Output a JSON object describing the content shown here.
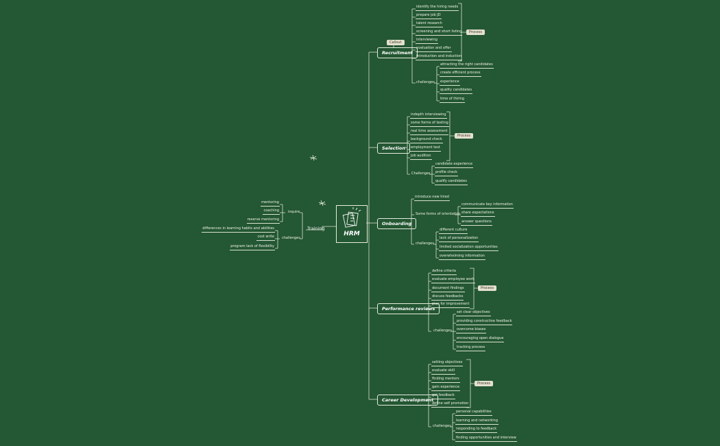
{
  "center": "HRM",
  "callout": "Callout",
  "process_tag": "Process",
  "recruitment": {
    "title": "Recruitment",
    "steps": [
      "identify the hiring needs",
      "prepare job JD",
      "talent research",
      "screening and short listing",
      "interviewing",
      "evaluation and offer",
      "introduction and induction"
    ],
    "challenges_label": "challenges",
    "challenges": [
      "attracting the right candidates",
      "create efficient process",
      "experience",
      "quality candidates",
      "time of ihiring"
    ]
  },
  "selection": {
    "title": "Selection",
    "steps": [
      "indepth interviewing",
      "some forms of testing",
      "real time assessment",
      "background check",
      "employment test",
      "job audition"
    ],
    "challenges_label": "Challenges",
    "challenges": [
      "candidate experience",
      "profile check",
      "qualify candidates"
    ]
  },
  "onboarding": {
    "title": "Onboarding",
    "intro": "introduce new hired",
    "orientation_label": "Some forms of orientation",
    "orientation": [
      "communicate key information",
      "share expectations",
      "answer questions"
    ],
    "challenges_label": "challenges",
    "challenges": [
      "different culture",
      "lack of personalization",
      "limited socialization opportunities",
      "overwhelming information"
    ]
  },
  "performance": {
    "title": "Performance reviews",
    "steps": [
      "define criteria",
      "evaluate employee work",
      "document findings",
      "discuss feedbacks",
      "plan for improvement"
    ],
    "challenges_label": "challenges",
    "challenges": [
      "set clear objectives",
      "providing constructive feedback",
      "overcome biases",
      "encouraging open dialogue",
      "tracking process"
    ]
  },
  "career": {
    "title": "Career Development",
    "steps": [
      "setting objectives",
      "evaluate skill",
      "finding mentors",
      "gain experience",
      "get feedback",
      "define self promotion"
    ],
    "challenges_label": "challenges",
    "challenges": [
      "personal capabilities",
      "learning and networking",
      "responding to feedback",
      "finding opportunities and interview"
    ]
  },
  "training": {
    "title": "Training",
    "inquire_label": "inquire",
    "inquire": [
      "mentoring",
      "coaching",
      "reserve mentoring"
    ],
    "challenges_label": "challenges",
    "challenges": [
      "differences in learning habits and abilities",
      "cost write",
      "program lack of flexibility"
    ]
  }
}
